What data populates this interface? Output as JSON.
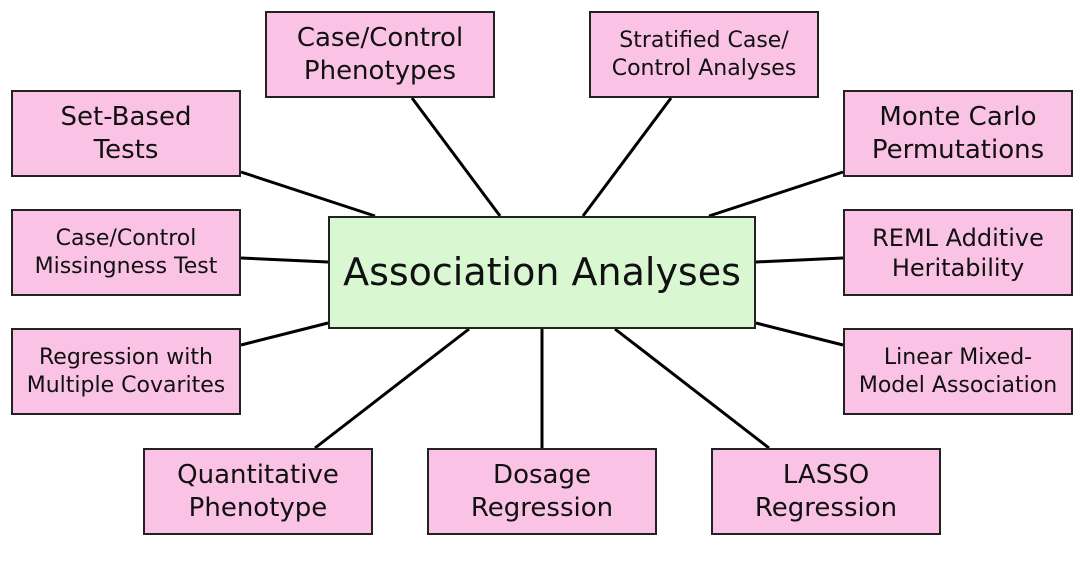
{
  "center": {
    "label": "Association Analyses"
  },
  "nodes": {
    "case_control_phenotypes": "Case/Control\nPhenotypes",
    "stratified": "Stratified Case/\nControl Analyses",
    "set_based": "Set-Based\nTests",
    "monte_carlo": "Monte Carlo\nPermutations",
    "missingness": "Case/Control\nMissingness Test",
    "reml": "REML Additive\nHeritability",
    "regression_covariates": "Regression with\nMultiple Covarites",
    "lmm": "Linear Mixed-\nModel Association",
    "quantitative": "Quantitative\nPhenotype",
    "dosage": "Dosage\nRegression",
    "lasso": "LASSO\nRegression"
  },
  "colors": {
    "center_fill": "#d9f8d2",
    "node_fill": "#fac3e6",
    "border": "#222222",
    "line": "#000000"
  }
}
